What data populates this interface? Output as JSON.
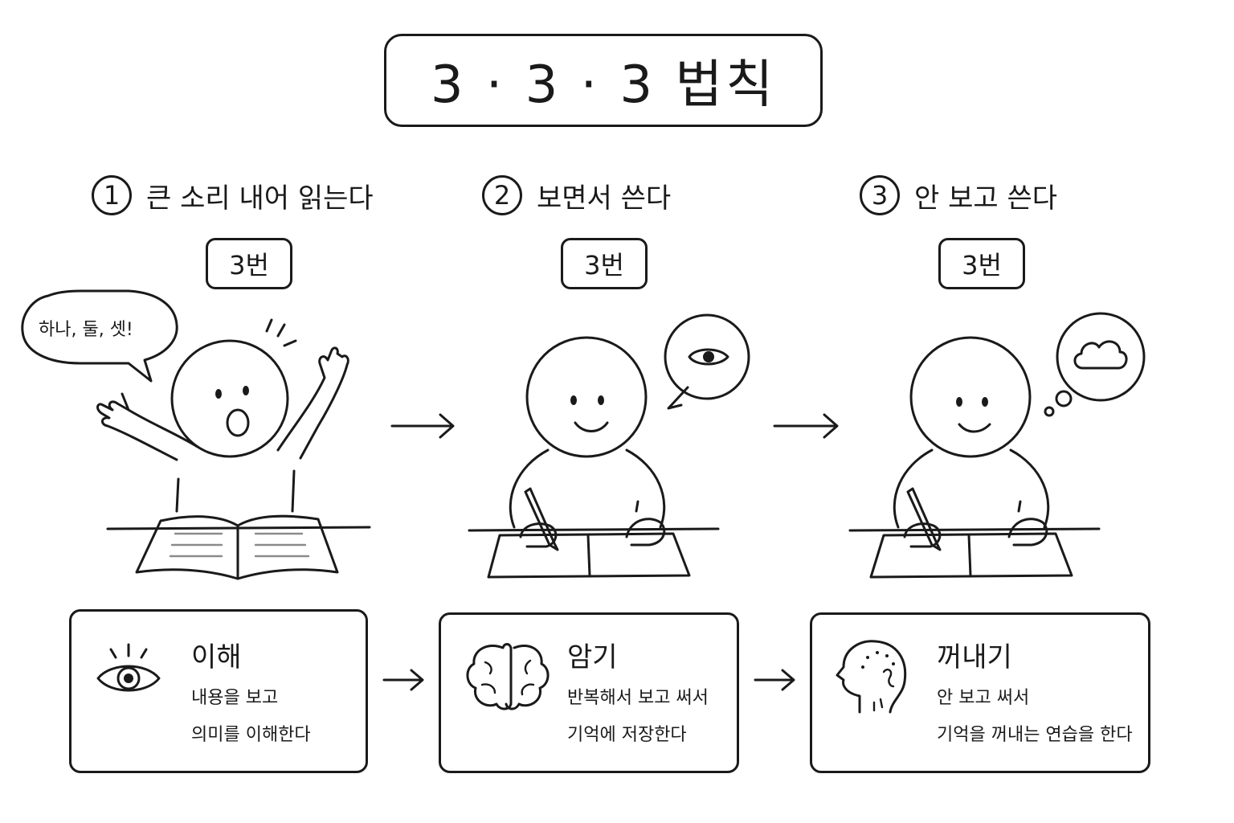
{
  "title": "3 · 3 · 3 법칙",
  "steps": [
    {
      "number": "1",
      "label": "큰 소리 내어 읽는다",
      "count": "3번",
      "speech": "하나, 둘, 셋!"
    },
    {
      "number": "2",
      "label": "보면서 쓴다",
      "count": "3번"
    },
    {
      "number": "3",
      "label": "안 보고 쓴다",
      "count": "3번"
    }
  ],
  "cards": [
    {
      "title": "이해",
      "line1": "내용을 보고",
      "line2": "의미를 이해한다",
      "icon": "eye-icon"
    },
    {
      "title": "암기",
      "line1": "반복해서 보고 써서",
      "line2": "기억에 저장한다",
      "icon": "brain-icon"
    },
    {
      "title": "꺼내기",
      "line1": "안 보고 써서",
      "line2": "기억을 꺼내는 연습을 한다",
      "icon": "head-recall-icon"
    }
  ]
}
